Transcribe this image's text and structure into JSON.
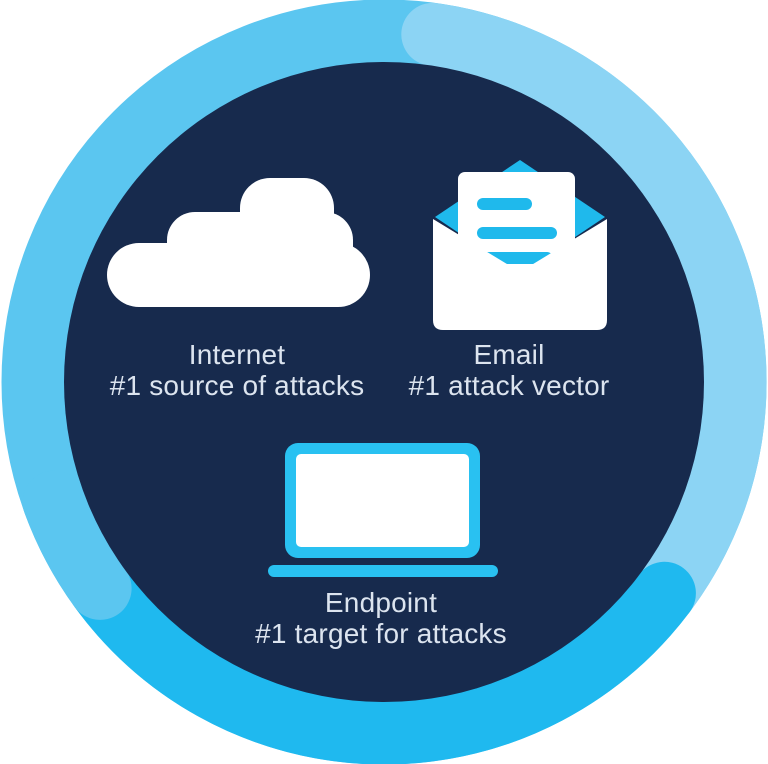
{
  "colors": {
    "background": "#ffffff",
    "navy": "#172A4D",
    "ring_base": "#5BC6F0",
    "ring_light": "#8CD4F4",
    "ring_vivid": "#1FB9EF",
    "icon_white": "#ffffff",
    "email_cyan": "#1FB9EC",
    "laptop_cyan": "#29C1F1",
    "text": "#DCE4EF"
  },
  "items": [
    {
      "id": "internet",
      "icon": "cloud-icon",
      "title": "Internet",
      "subtitle": "#1 source of attacks"
    },
    {
      "id": "email",
      "icon": "email-icon",
      "title": "Email",
      "subtitle": "#1 attack vector"
    },
    {
      "id": "endpoint",
      "icon": "laptop-icon",
      "title": "Endpoint",
      "subtitle": "#1 target for attacks"
    }
  ]
}
